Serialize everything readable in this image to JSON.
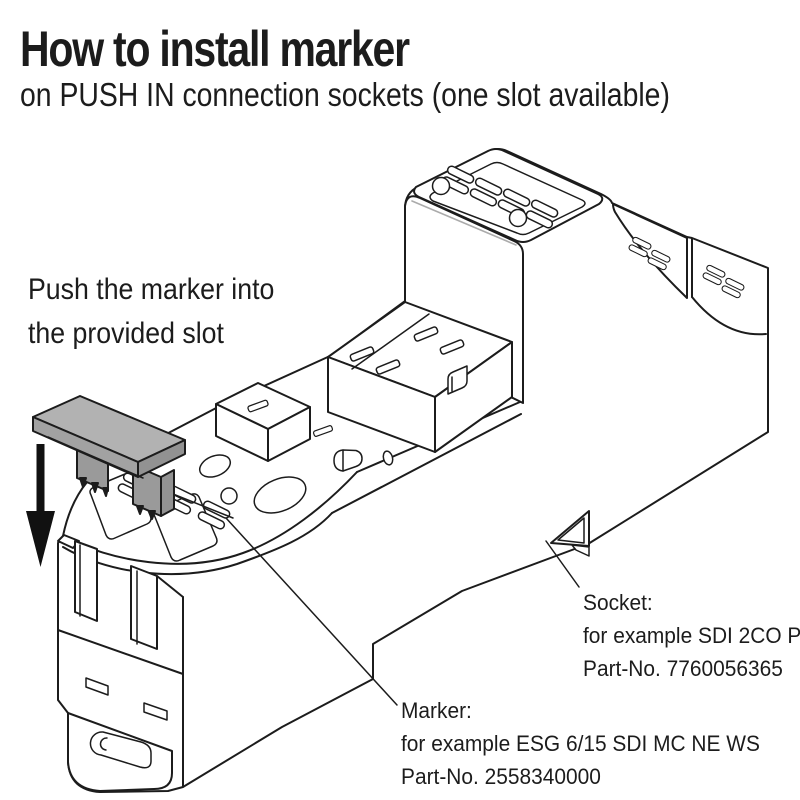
{
  "header": {
    "title": "How to install marker",
    "subtitle": "on PUSH IN connection sockets (one slot available)"
  },
  "instruction_note": {
    "line1": "Push the marker into",
    "line2": "the provided slot"
  },
  "labels": {
    "socket": {
      "name": "Socket:",
      "example": "for example SDI 2CO P",
      "part_no": "Part-No. 7760056365"
    },
    "marker": {
      "name": "Marker:",
      "example": "for example ESG 6/15 SDI MC NE WS",
      "part_no": "Part-No. 2558340000"
    }
  },
  "icons": {
    "push_direction_arrow": "down-arrow"
  },
  "colors": {
    "background": "#ffffff",
    "line": "#1c1c1c",
    "arrow_fill": "#111111",
    "marker_fill_top": "#b2b2b2",
    "marker_fill_front": "#a2a2a2",
    "marker_fill_side": "#929292",
    "marker_fill_leg": "#9a9a9a"
  }
}
